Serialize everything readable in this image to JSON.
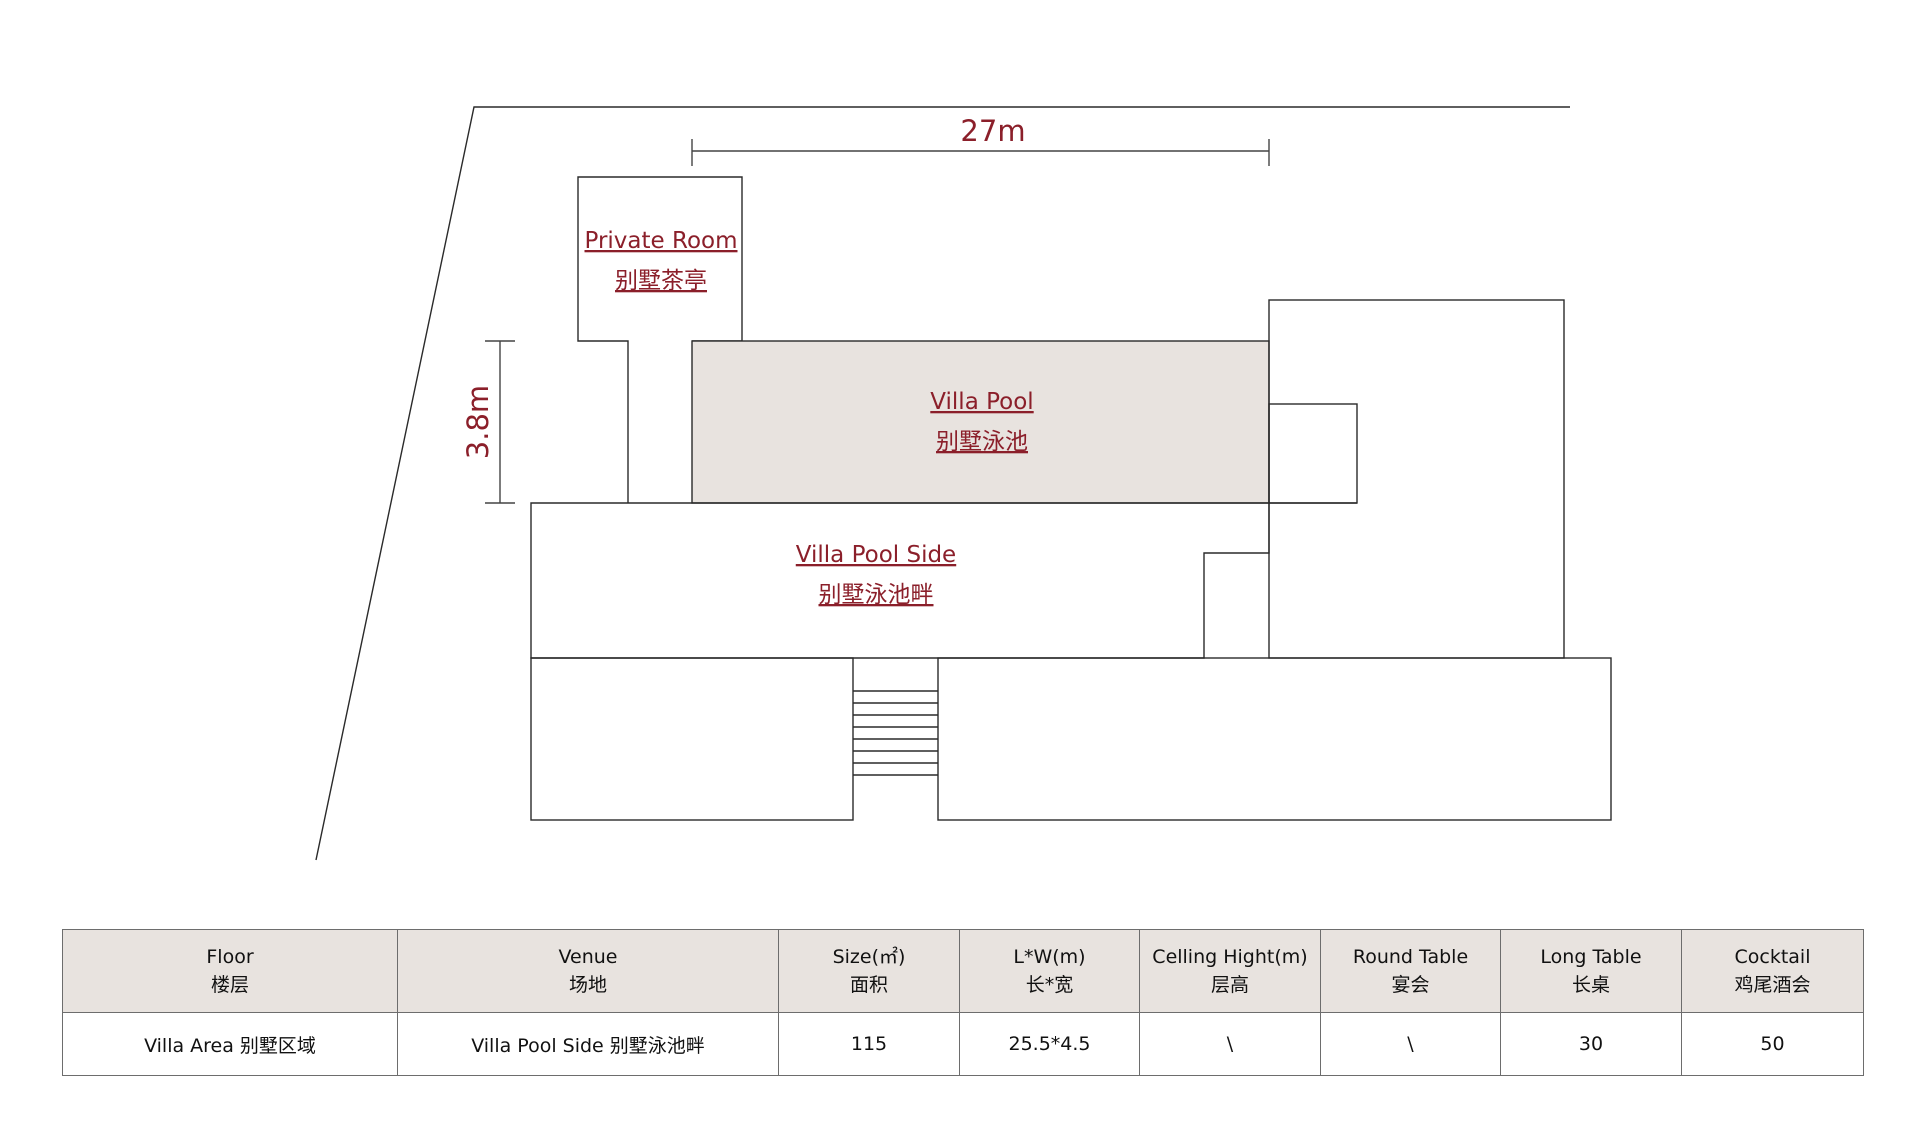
{
  "floor_plan": {
    "dimension_width": "27m",
    "dimension_height": "3.8m",
    "rooms": [
      {
        "id": "private-room",
        "name_en": "Private Room",
        "name_zh": "别墅茶亭"
      },
      {
        "id": "villa-pool",
        "name_en": "Villa Pool",
        "name_zh": "别墅泳池"
      },
      {
        "id": "villa-pool-side",
        "name_en": "Villa Pool Side",
        "name_zh": "别墅泳池畔"
      }
    ]
  },
  "table": {
    "headers": [
      {
        "en": "Floor",
        "zh": "楼层"
      },
      {
        "en": "Venue",
        "zh": "场地"
      },
      {
        "en": "Size(㎡)",
        "zh": "面积"
      },
      {
        "en": "L*W(m)",
        "zh": "长*宽"
      },
      {
        "en": "Celling Hight(m)",
        "zh": "层高"
      },
      {
        "en": "Round Table",
        "zh": "宴会"
      },
      {
        "en": "Long Table",
        "zh": "长桌"
      },
      {
        "en": "Cocktail",
        "zh": "鸡尾酒会"
      }
    ],
    "rows": [
      [
        "Villa Area 别墅区域",
        "Villa Pool Side 别墅泳池畔",
        "115",
        "25.5*4.5",
        "\\",
        "\\",
        "30",
        "50"
      ]
    ]
  },
  "colors": {
    "accent": "#8b1f2a",
    "header_fill": "#e8e3df",
    "pool_fill": "#e8e3df",
    "line": "#2a2a2a"
  }
}
